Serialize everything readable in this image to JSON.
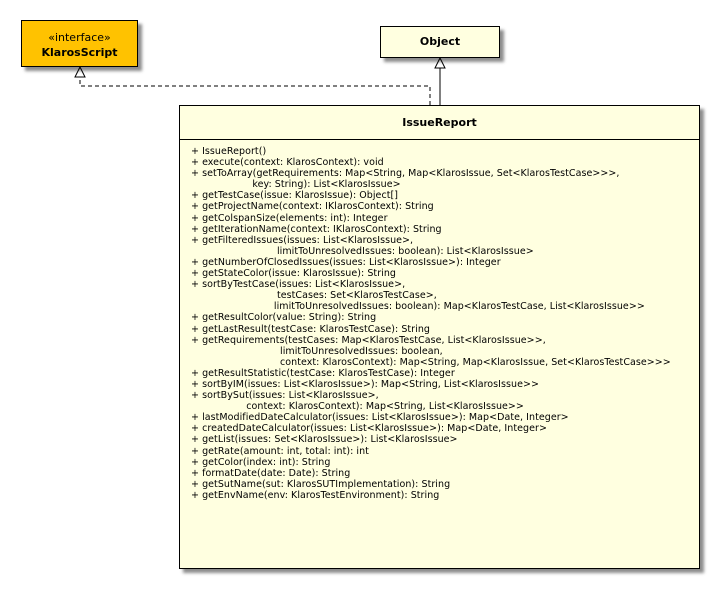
{
  "interface_class": {
    "stereotype": "«interface»",
    "name": "KlarosScript"
  },
  "object_class": {
    "name": "Object"
  },
  "main_class": {
    "name": "IssueReport",
    "operations": [
      "+ IssueReport()",
      "+ execute(context: KlarosContext): void",
      "+ setToArray(getRequirements: Map<String, Map<KlarosIssue, Set<KlarosTestCase>>>,",
      "                    key: String): List<KlarosIssue>",
      "+ getTestCase(issue: KlarosIssue): Object[]",
      "+ getProjectName(context: IKlarosContext): String",
      "+ getColspanSize(elements: int): Integer",
      "+ getIterationName(context: IKlarosContext): String",
      "+ getFilteredIssues(issues: List<KlarosIssue>,",
      "                            limitToUnresolvedIssues: boolean): List<KlarosIssue>",
      "+ getNumberOfClosedIssues(issues: List<KlarosIssue>): Integer",
      "+ getStateColor(issue: KlarosIssue): String",
      "+ sortByTestCase(issues: List<KlarosIssue>,",
      "                            testCases: Set<KlarosTestCase>,",
      "                           limitToUnresolvedIssues: boolean): Map<KlarosTestCase, List<KlarosIssue>>",
      "+ getResultColor(value: String): String",
      "+ getLastResult(testCase: KlarosTestCase): String",
      "+ getRequirements(testCases: Map<KlarosTestCase, List<KlarosIssue>>,",
      "                             limitToUnresolvedIssues: boolean,",
      "                             context: KlarosContext): Map<String, Map<KlarosIssue, Set<KlarosTestCase>>>",
      "+ getResultStatistic(testCase: KlarosTestCase): Integer",
      "+ sortByIM(issues: List<KlarosIssue>): Map<String, List<KlarosIssue>>",
      "+ sortBySut(issues: List<KlarosIssue>,",
      "                  context: KlarosContext): Map<String, List<KlarosIssue>>",
      "+ lastModifiedDateCalculator(issues: List<KlarosIssue>): Map<Date, Integer>",
      "+ createdDateCalculator(issues: List<KlarosIssue>): Map<Date, Integer>",
      "+ getList(issues: Set<KlarosIssue>): List<KlarosIssue>",
      "+ getRate(amount: int, total: int): int",
      "+ getColor(index: int): String",
      "+ formatDate(date: Date): String",
      "+ getSutName(sut: KlarosSUTImplementation): String",
      "+ getEnvName(env: KlarosTestEnvironment): String"
    ]
  },
  "colors": {
    "interface_fill": "#ffc200",
    "class_fill": "#ffffe0",
    "line": "#000000"
  }
}
